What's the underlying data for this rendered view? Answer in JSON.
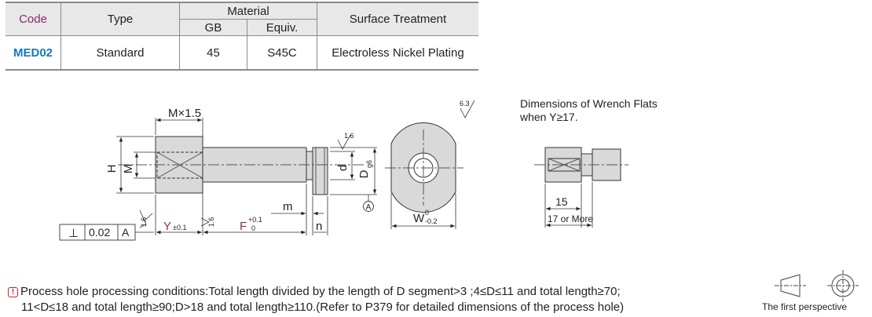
{
  "table": {
    "headers": {
      "code": "Code",
      "type": "Type",
      "material": "Material",
      "gb": "GB",
      "equiv": "Equiv.",
      "surface": "Surface Treatment"
    },
    "row": {
      "code": "MED02",
      "type": "Standard",
      "gb": "45",
      "equiv": "S45C",
      "surface": "Electroless Nickel Plating"
    }
  },
  "drawing": {
    "m_x_1_5": "M×1.5",
    "h": "H",
    "m": "M",
    "d_small": "d",
    "d_big": "D",
    "g6": "g6",
    "roughness_main": "6.3",
    "roughness_a": "1.6",
    "roughness_b": "1.6",
    "roughness_c": "1.6",
    "m_small": "m",
    "n_small": "n",
    "datum_a": "A",
    "y_label": "Y",
    "y_tol": "±0.1",
    "f_label": "F",
    "f_tol_up": "+0.1",
    "f_tol_low": "0",
    "w_label": "W",
    "w_tol_up": "0",
    "w_tol_low": "-0.2",
    "gdt_symbol": "⊥",
    "gdt_value": "0.02",
    "gdt_datum": "A",
    "wrench_15": "15",
    "wrench_more": "17 or More"
  },
  "wrench_note": {
    "line1": "Dimensions of Wrench Flats",
    "line2": "when Y≥17."
  },
  "note": {
    "icon": "!",
    "line1": "Process hole processing conditions:Total length divided by the length of D segment>3 ;4≤D≤11 and total length≥70;",
    "line2": "11<D≤18 and total length≥90;D>18 and total length≥110.(Refer to P379 for detailed dimensions of the process hole)"
  },
  "perspective": "The first perspective",
  "colors": {
    "code_header": "#8b2a6c",
    "code_value": "#1679b8",
    "note_icon": "#c4252b",
    "part_fill": "#d9d9d9",
    "y_f_labels": "#8b2a6c"
  }
}
